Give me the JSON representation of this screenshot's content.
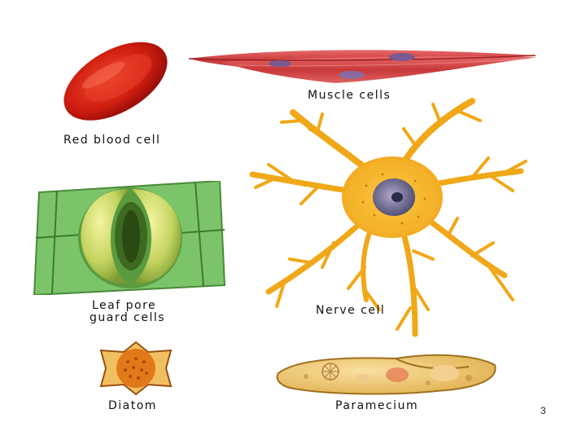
{
  "labels": {
    "red_blood_cell": "Red blood cell",
    "muscle_cells": "Muscle cells",
    "leaf_pore_line1": "Leaf pore",
    "leaf_pore_line2": "guard cells",
    "nerve_cell": "Nerve cell",
    "diatom": "Diatom",
    "paramecium": "Paramecium"
  },
  "page_number": "3",
  "colors": {
    "blood": "#c8180c",
    "muscle": "#d95050",
    "nerve": "#f0a818",
    "leaf": "#7ec46a",
    "guard": "#cfe070",
    "diatom": "#e07a18",
    "paramecium": "#eec870"
  }
}
